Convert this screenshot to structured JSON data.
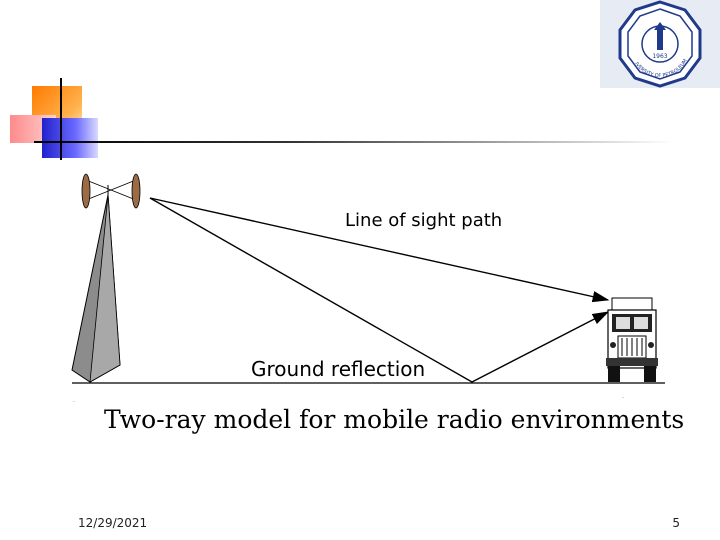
{
  "diagram": {
    "los_label": "Line of sight path",
    "ground_label": "Ground reflection",
    "caption": "Two-ray model for mobile radio environments"
  },
  "logo": {
    "emblem_text": "KING FAHD UNIVERSITY OF PETROLEUM & MINERALS",
    "year": "1963"
  },
  "footer": {
    "date": "12/29/2021",
    "page": "5"
  },
  "colors": {
    "accent_orange": "#ff7a00",
    "accent_blue": "#2222cc",
    "tower_gray": "#8c8c8c"
  }
}
